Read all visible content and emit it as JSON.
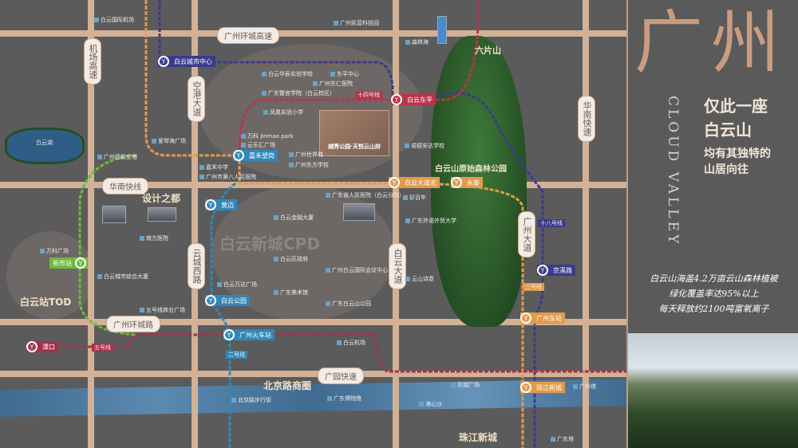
{
  "roads": [
    "广州环城高速",
    "机场高速",
    "空港大道",
    "华南快线",
    "云城西路",
    "白云大道",
    "广州大道",
    "华南快速",
    "广州环城路",
    "广园快速"
  ],
  "stations": [
    "白云城市中心",
    "嘉禾望岗",
    "黄边",
    "白云公园",
    "广州火车站",
    "新市站",
    "潭口",
    "白云东平",
    "白云大道北",
    "永泰",
    "京溪路",
    "广州东站",
    "珠江新城"
  ],
  "lines": [
    "十四号线",
    "五号线",
    "二号线",
    "十八号线",
    "三号线"
  ],
  "areas": [
    "设计之都",
    "白云站TOD",
    "白云新城CPD",
    "北京路商圈",
    "珠江新城",
    "白云山原始森林公园",
    "六片山",
    "白云湖"
  ],
  "pois": [
    "白云国际机场",
    "广州民营科技园",
    "白云华辰实验学校",
    "东平中心",
    "广州东仁医院",
    "广东警官学院（白云校区）",
    "凤凰实验小学",
    "爱琴海广场",
    "万科 jinmao park",
    "云乐汇广场",
    "广州世界城",
    "广州东方学校",
    "嘉禾中学",
    "广州市第八人民医院",
    "广州西航空港",
    "森林海",
    "诺德安达学校",
    "好百年",
    "广东省人民医院（白云分院）",
    "白云金融大厦",
    "白云区政府",
    "广东美术馆",
    "广州白云国际会议中心",
    "广东白云山公园",
    "白云万达广场",
    "万科广场",
    "南方医院",
    "白云城市综合大厦",
    "五号线商业广场",
    "云山诗意",
    "广东外语外贸大学",
    "白云机场",
    "广东博物馆",
    "北京路步行街",
    "广州塔",
    "海心沙",
    "花城广场",
    "广东塔"
  ],
  "project": {
    "name": "越秀公园·天悦云山府"
  },
  "panel": {
    "title": "广州",
    "slogan1": "仅此一座",
    "slogan2": "白云山",
    "slogan3": "均有其独特的",
    "slogan4": "山居向往",
    "brand": "CLOUD VALLEY",
    "stat1": "白云山海盖4.2万亩云山森林植被",
    "stat2": "绿化覆盖率达95%以上",
    "stat3": "每天释放约2100吨富氧离子"
  },
  "colors": {
    "road": "#d2b196",
    "line2": "#3b3a8c",
    "line3": "#e39a4a",
    "line5": "#a3334a",
    "line14": "#b8344a",
    "lineGreen": "#6cba3c",
    "lineBlue": "#2f88b8",
    "accent": "#c99c80"
  }
}
